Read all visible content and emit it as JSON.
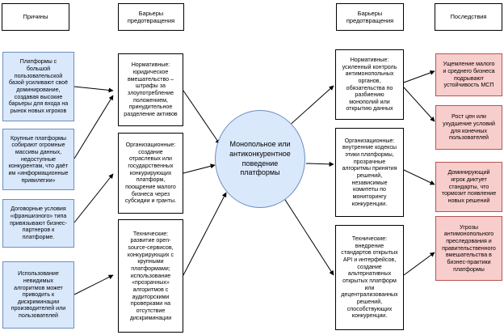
{
  "headers": {
    "causes": "Причины",
    "barriers_left": "Барьеры\nпредотвращения",
    "barriers_right": "Барьеры\nпредотвращения",
    "consequences": "Последствия"
  },
  "causes": [
    "Платформы с\nбольшой\nпользовательской\nбазой усиливают своё\nдоминирование,\nсоздавая высокие\nбарьеры для входа на\nрынок новых игроков",
    "Крупные платформы\nсобирают огромные\nмассивы данных,\nнедоступные\nконкурентам, что даёт\nим «информационные\nпривилегии»",
    "Договорные условия\n«франшизного» типа\nпривязывают бизнес-\nпартнеров к\nплатформе.",
    "Использование\nневидимых\nалгоритмов может\nприводить к\nдискриминации\nпроизводителей или\nпользователей"
  ],
  "left_barriers": [
    "Нормативные:\nюридическое\nвмешательство –\nштрафы за\nзлоупотребление\nположением,\nпринудительное\nразделение активов",
    "Организационные:\nсоздание\nотраслевых или\nгосударственных\nконкурирующих\nплатформ,\nпоощрение малого\nбизнеса через\nсубсидии и гранты.",
    "Технические:\nразвитие open-\nsource-сервисов,\nконкурирующих с\nкрупными\nплатформами;\nиспользование\n«прозрачных»\nалгоритмов с\nаудиторскими\nпроверками на\nотсутствие\nдискриминации"
  ],
  "center": "Монопольное или\nантиконкурентное\nповедение\nплатформы",
  "right_barriers": [
    "Нормативные:\nусиленный контроль\nантимонопольных\nорганов,\nобязательства по\nразбиению\nмонополий или\nоткрытию данных",
    "Организационные:\nвнутренние кодексы\nэтики платформы,\nпрозрачные\nалгоритмы принятия\nрешений,\nнезависимые\nкомитеты по\nмониторингу\nконкуренции.",
    "Технические:\nвнедрение\nстандартов открытых\nAPI и интерфейсов,\nсоздание\nальтернативных\nоткрытых платформ\nили\nдецентрализованных\nрешений,\nспособствующих\nконкуренции."
  ],
  "consequences": [
    "Ущемление малого\nи среднего бизнеса\nподрывают\nустойчивость МСП",
    "Рост цен или\nухудшение условий\nдля конечных\nпользователей",
    "Доминирующий\nигрок диктует\nстандарты, что\nтормозит появление\nновых решений",
    "Угрозы\nантимонопольного\nпреследования и\nправительственного\nвмешательства в\nбизнес-практики\nплатформы"
  ]
}
